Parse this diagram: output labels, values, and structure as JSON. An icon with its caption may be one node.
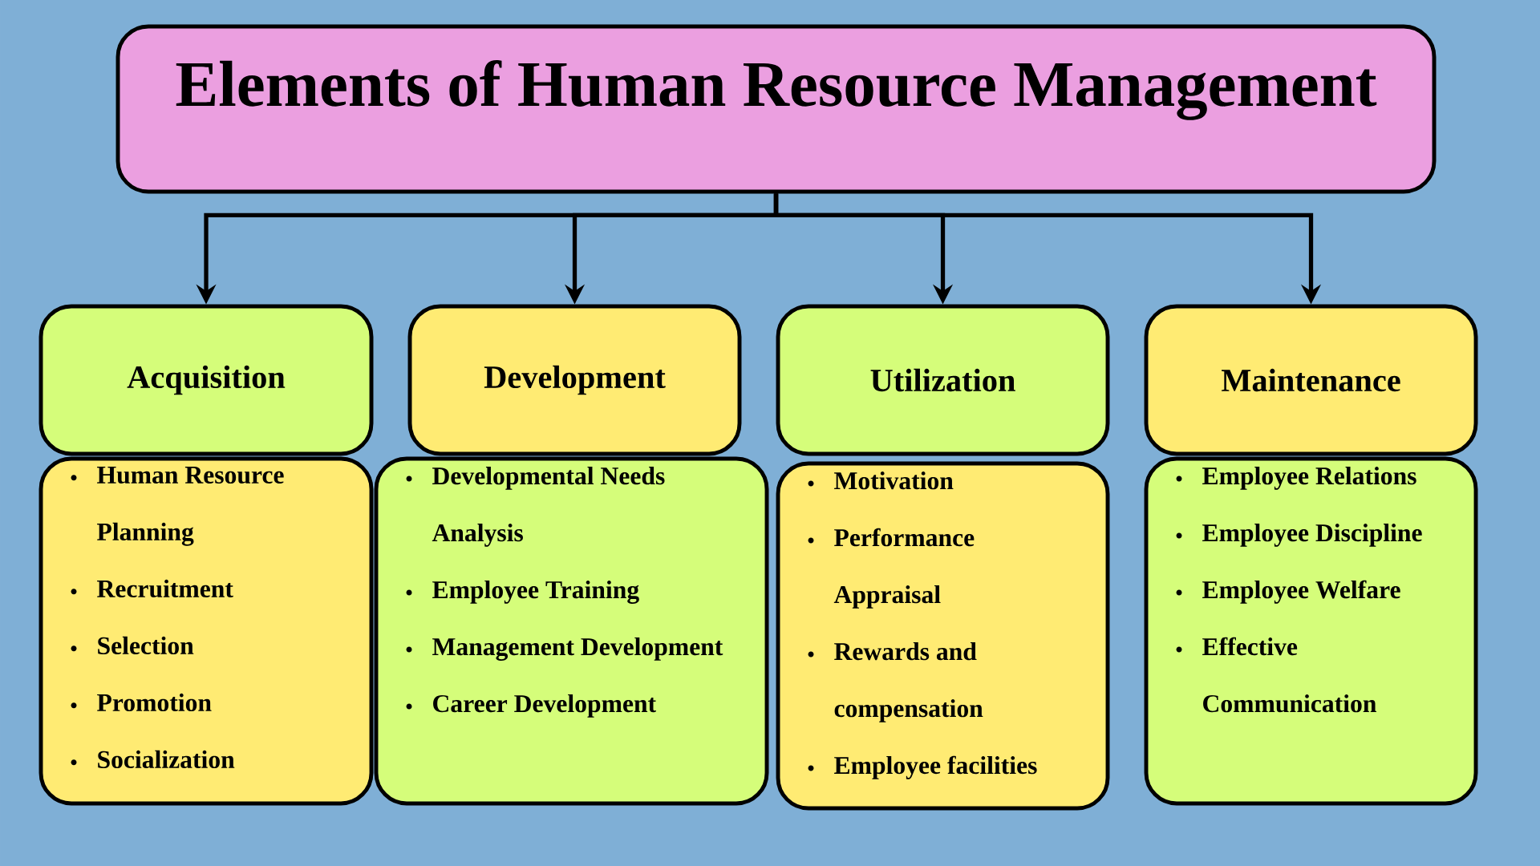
{
  "diagram": {
    "nodes": [
      {
        "text": [
          "Elements of Human Resource Management"
        ]
      },
      {
        "text": [
          "Acquisition"
        ]
      },
      {
        "text": [
          "Human Resource Planning",
          "Recruitment",
          "Selection",
          "Promotion",
          "Socialization"
        ]
      },
      {
        "text": [
          "Development"
        ]
      },
      {
        "text": [
          "Developmental Needs Analysis",
          "Employee Training",
          "Management Development",
          "Career Development"
        ]
      },
      {
        "text": [
          "Utilization"
        ]
      },
      {
        "text": [
          "Motivation",
          "Performance Appraisal",
          "Rewards and compensation",
          "Employee facilities"
        ]
      },
      {
        "text": [
          "Maintenance"
        ]
      },
      {
        "text": [
          "Employee Relations",
          "Employee Discipline",
          "Employee Welfare",
          "Effective Communication"
        ]
      }
    ],
    "edges": [
      {
        "from": 0,
        "to": 1,
        "arrow": "to"
      },
      {
        "from": 0,
        "to": 3,
        "arrow": "to"
      },
      {
        "from": 0,
        "to": 5,
        "arrow": "to"
      },
      {
        "from": 0,
        "to": 7,
        "arrow": "to"
      }
    ]
  }
}
